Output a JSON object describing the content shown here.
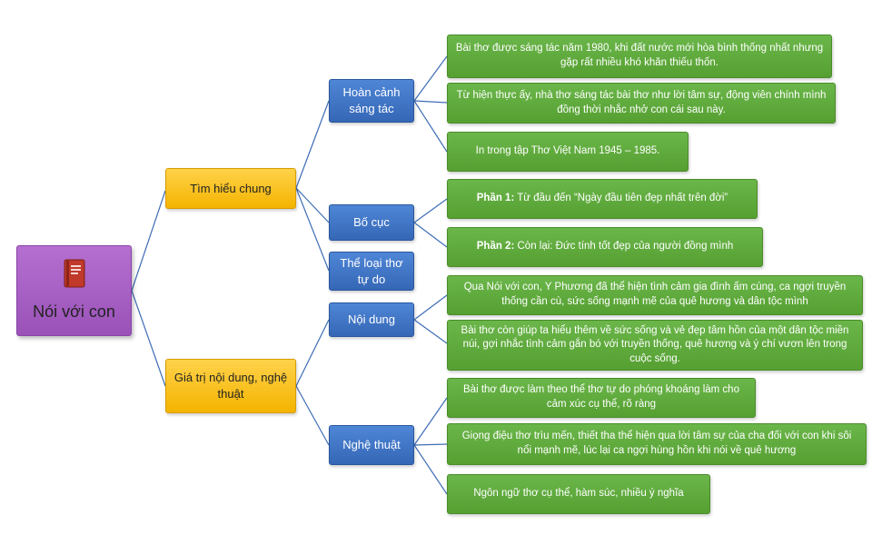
{
  "root": {
    "title": "Nói với con",
    "icon": "book-icon",
    "color": "#a85ec6"
  },
  "colors": {
    "level1": "#f4b400",
    "level2": "#3a6fbf",
    "leaf": "#5fa83a",
    "line": "#3e6db5"
  },
  "branches": [
    {
      "label": "Tìm hiểu chung",
      "children": [
        {
          "label": "Hoàn cảnh sáng tác",
          "leaves": [
            {
              "text": "Bài thơ được sáng tác năm 1980, khi đất nước mới hòa bình thống nhất nhưng gặp rất nhiều khó khăn thiếu thốn."
            },
            {
              "text": "Từ hiện thực ấy, nhà thơ sáng tác bài thơ như lời tâm sự, động viên chính mình đồng thời nhắc nhở con cái sau này."
            },
            {
              "text": "In trong tập Thơ Việt Nam 1945 – 1985."
            }
          ]
        },
        {
          "label": "Bố cục",
          "leaves": [
            {
              "bold": "Phần 1:",
              "text": " Từ đầu đến “Ngày đầu tiên đẹp nhất trên đời”"
            },
            {
              "bold": "Phần 2:",
              "text": " Còn lại: Đức tính tốt đẹp của người đồng mình"
            }
          ]
        },
        {
          "label": "Thể loại thơ tự do",
          "leaves": []
        }
      ]
    },
    {
      "label": "Giá trị nội dung, nghệ thuật",
      "children": [
        {
          "label": "Nội dung",
          "leaves": [
            {
              "text": "Qua Nói với con, Y Phương đã thể hiện tình cảm gia đình ấm cúng, ca ngợi truyền thống cần cù, sức sống mạnh mẽ của quê hương và dân tộc mình"
            },
            {
              "text": "Bài thơ còn giúp ta hiểu thêm về sức sống và vẻ đẹp tâm hồn của một dân tộc miền núi, gợi nhắc tình cảm gắn bó với truyền thống, quê hương và ý chí vươn lên trong cuộc sống."
            }
          ]
        },
        {
          "label": "Nghệ thuật",
          "leaves": [
            {
              "text": "Bài thơ được làm theo thể thơ tự do phóng khoáng làm cho cảm xúc cụ thể, rõ ràng"
            },
            {
              "text": "Giọng điệu thơ trìu mến, thiết tha thể hiện qua lời tâm sự của cha đối với con khi sôi nổi mạnh mẽ, lúc lại ca ngợi hùng hồn khi nói về quê hương"
            },
            {
              "text": "Ngôn ngữ thơ cụ thể, hàm súc, nhiều ý nghĩa"
            }
          ]
        }
      ]
    }
  ]
}
